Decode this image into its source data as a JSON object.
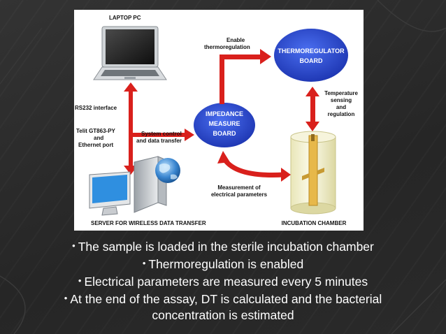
{
  "diagram": {
    "laptop_label": "LAPTOP PC",
    "enable_label_1": "Enable",
    "enable_label_2": "thermoregulation",
    "thermo_board_1": "THERMOREGULATOR",
    "thermo_board_2": "BOARD",
    "rs232_label": "RS232 interface",
    "telit_1": "Telit GT863-PY",
    "telit_2": "and",
    "telit_3": "Ethernet port",
    "system_control_1": "System control",
    "system_control_2": "and data transfer",
    "impedance_1": "IMPEDANCE",
    "impedance_2": "MEASURE",
    "impedance_3": "BOARD",
    "temp_1": "Temperature",
    "temp_2": "sensing",
    "temp_3": "and",
    "temp_4": "regulation",
    "measurement_1": "Measurement of",
    "measurement_2": "electrical parameters",
    "server_label": "SERVER FOR WIRELESS DATA TRANSFER",
    "incubation_label": "INCUBATION CHAMBER"
  },
  "bullets": [
    "The sample is loaded in the sterile incubation chamber",
    "Thermoregulation is enabled",
    "Electrical parameters are measured every 5 minutes",
    "At the end of the assay, DT is calculated and the bacterial",
    "concentration is estimated"
  ],
  "colors": {
    "arrow_red": "#d9201c",
    "board_blue": "#2347c8",
    "text_white": "#ffffff"
  }
}
